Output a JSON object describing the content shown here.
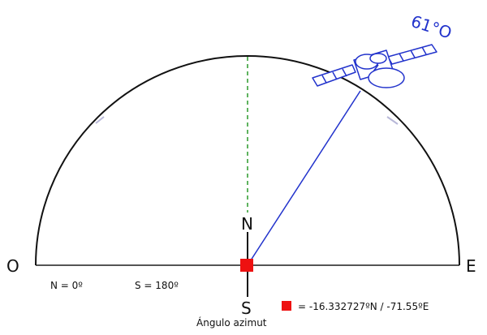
{
  "satellite": {
    "label": "61°O",
    "color": "#2233cc"
  },
  "directions": {
    "west": "O",
    "east": "E",
    "north": "N",
    "south": "S"
  },
  "legend": {
    "north_value": "N = 0º",
    "south_value": "S = 180º",
    "location_coords": "= -16.332727ºN / -71.55ºE",
    "caption": "Ángulo azimut"
  },
  "colors": {
    "arc": "#111111",
    "meridian_dash": "#2a9a2a",
    "azimuth_line": "#2233cc",
    "location_marker": "#ee1111"
  }
}
